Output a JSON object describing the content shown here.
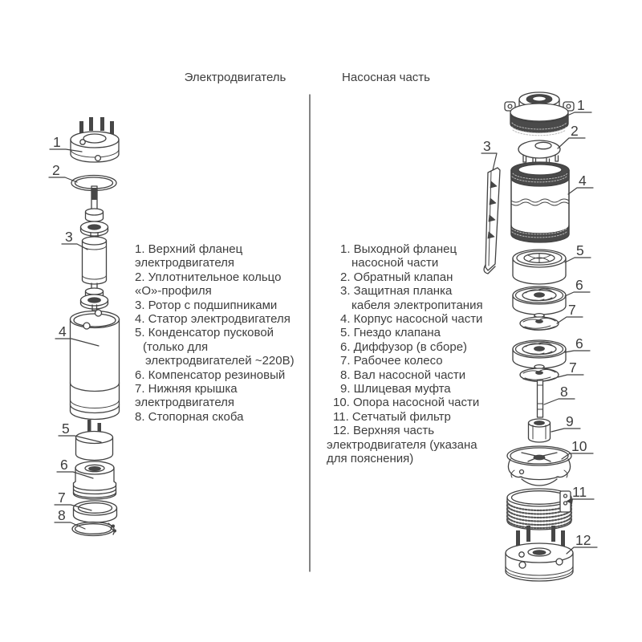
{
  "page": {
    "background": "#ffffff",
    "line_color": "#424242",
    "text_color": "#3e3e3e"
  },
  "headers": {
    "left": "Электродвигатель",
    "right": "Насосная часть"
  },
  "motor": {
    "callouts": [
      "1",
      "2",
      "3",
      "4",
      "5",
      "6",
      "7",
      "8"
    ],
    "parts_list": [
      {
        "text": "1. Верхний фланец",
        "indent": 0
      },
      {
        "text": "электродвигателя",
        "indent": 0
      },
      {
        "text": "2. Уплотнительное кольцо",
        "indent": 0
      },
      {
        "text": "«О»-профиля",
        "indent": 0
      },
      {
        "text": "3. Ротор с подшипниками",
        "indent": 0
      },
      {
        "text": "4. Статор электродвигателя",
        "indent": 0
      },
      {
        "text": "5. Конденсатор пусковой",
        "indent": 0
      },
      {
        "text": "(только для",
        "indent": 10
      },
      {
        "text": "электродвигателей ~220В)",
        "indent": 13
      },
      {
        "text": "6. Компенсатор резиновый",
        "indent": 0
      },
      {
        "text": "7. Нижняя крышка",
        "indent": 0
      },
      {
        "text": "электродвигателя",
        "indent": 0
      },
      {
        "text": "8. Стопорная скоба",
        "indent": 0
      }
    ]
  },
  "pump": {
    "callouts": [
      "1",
      "2",
      "3",
      "4",
      "5",
      "6",
      "7",
      "6",
      "7",
      "8",
      "9",
      "10",
      "11",
      "12"
    ],
    "parts_list": [
      {
        "text": "1. Выходной фланец",
        "indent": 17
      },
      {
        "text": "насосной части",
        "indent": 31
      },
      {
        "text": "2. Обратный клапан",
        "indent": 17
      },
      {
        "text": "3. Защитная планка",
        "indent": 17
      },
      {
        "text": "кабеля электропитания",
        "indent": 31
      },
      {
        "text": "4. Корпус насосной части",
        "indent": 17
      },
      {
        "text": "5. Гнездо клапана",
        "indent": 17
      },
      {
        "text": "6. Диффузор (в сборе)",
        "indent": 17
      },
      {
        "text": "7. Рабочее колесо",
        "indent": 17
      },
      {
        "text": "8. Вал насосной части",
        "indent": 17
      },
      {
        "text": "9. Шлицевая муфта",
        "indent": 17
      },
      {
        "text": "10. Опора насосной части",
        "indent": 8
      },
      {
        "text": "11. Сетчатый фильтр",
        "indent": 8
      },
      {
        "text": "12. Верхняя часть",
        "indent": 8
      },
      {
        "text": "электродвигателя (указана",
        "indent": 0
      },
      {
        "text": "для пояснения)",
        "indent": 0
      }
    ]
  }
}
